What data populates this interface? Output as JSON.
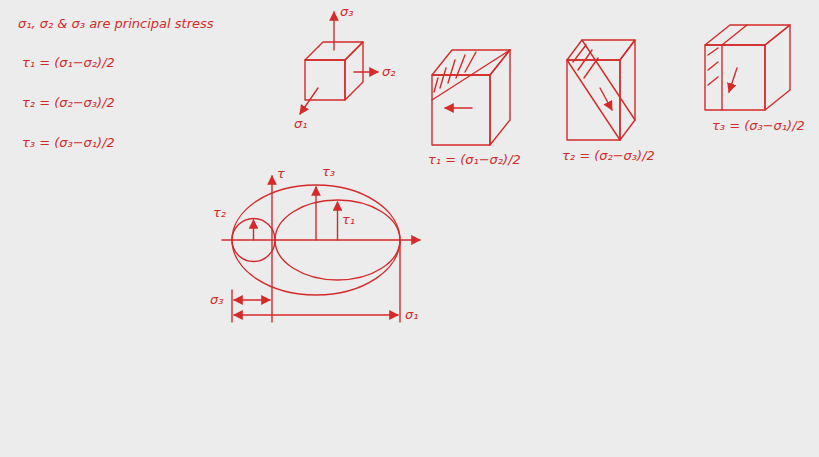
{
  "diagram": {
    "labels": [
      "σ₁, σ₂ & σ₃ are principal stress",
      "τ₁ = (σ₁−σ₂)/2",
      "τ₂ = (σ₂−σ₃)/2",
      "τ₃ = (σ₃−σ₁)/2",
      "σ₃",
      "σ₁",
      "σ₂",
      "τ₁ = (σ₁−σ₂)/2",
      "τ₂ = (σ₂−σ₃)/2",
      "τ₃ = (σ₃−σ₁)/2",
      "τ",
      "τ₂",
      "τ₃",
      "τ₁",
      "σ₃",
      "σ₁"
    ]
  }
}
